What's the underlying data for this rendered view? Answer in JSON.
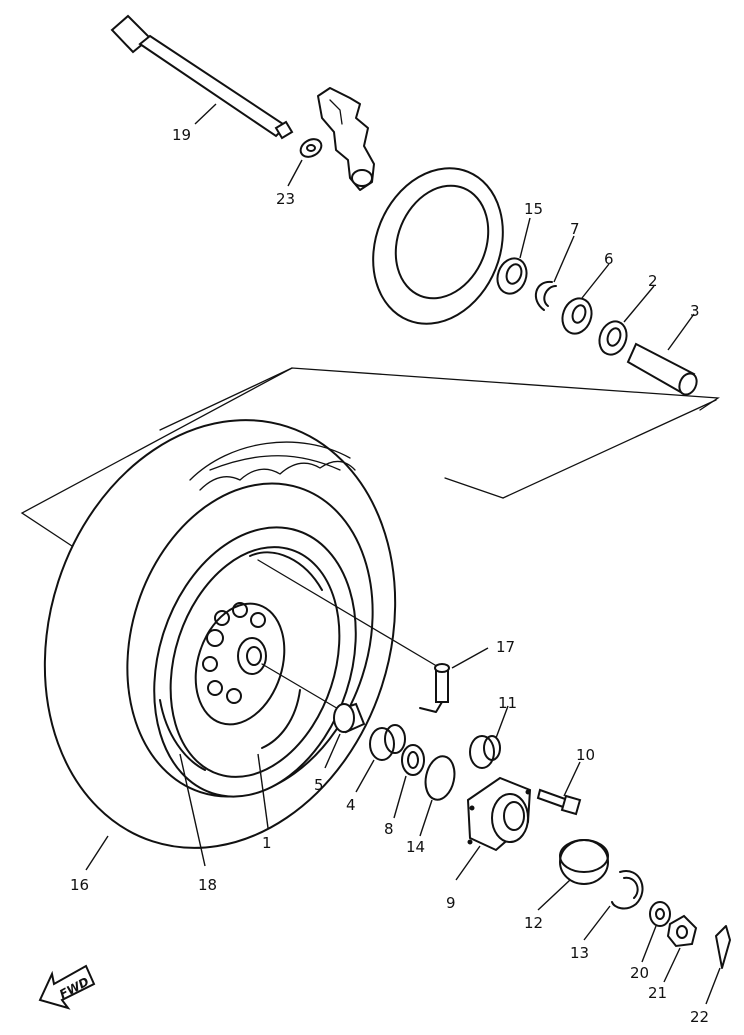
{
  "parts": {
    "p1": "1",
    "p2": "2",
    "p3": "3",
    "p4": "4",
    "p5": "5",
    "p6": "6",
    "p7": "7",
    "p8": "8",
    "p9": "9",
    "p10": "10",
    "p11": "11",
    "p12": "12",
    "p13": "13",
    "p14": "14",
    "p15": "15",
    "p16": "16",
    "p17": "17",
    "p18": "18",
    "p19": "19",
    "p20": "20",
    "p21": "21",
    "p22": "22",
    "p23": "23"
  },
  "direction_label": "FWD"
}
